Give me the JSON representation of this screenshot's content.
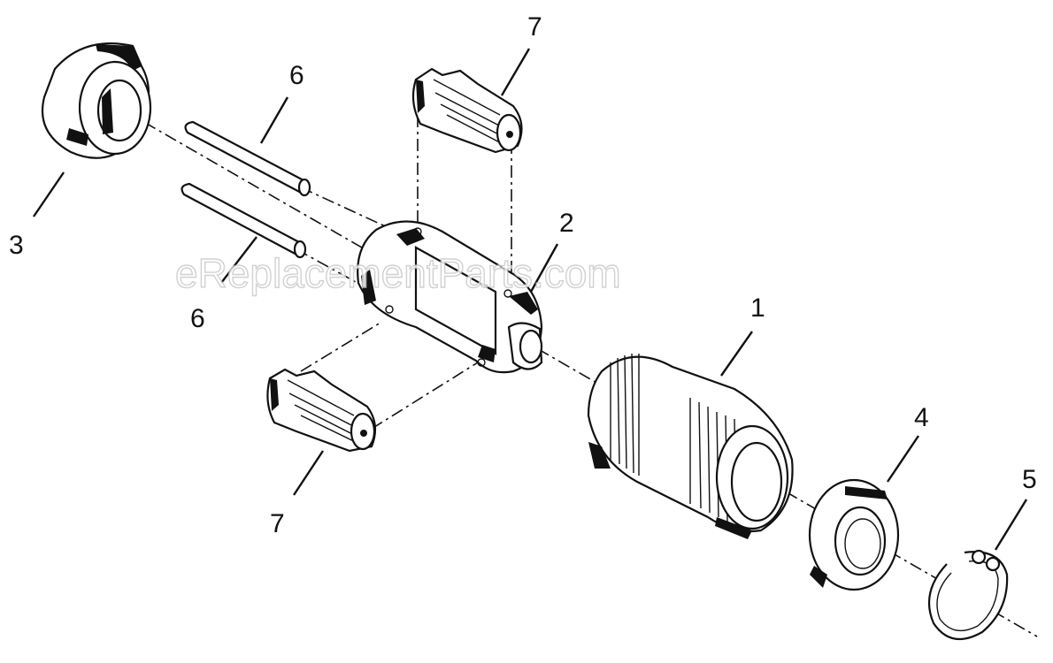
{
  "watermark": "eReplacementParts.com",
  "callouts": {
    "part1": "1",
    "part2": "2",
    "part3": "3",
    "part4": "4",
    "part5": "5",
    "part6_top": "6",
    "part6_bottom": "6",
    "part7_top": "7",
    "part7_bottom": "7"
  }
}
